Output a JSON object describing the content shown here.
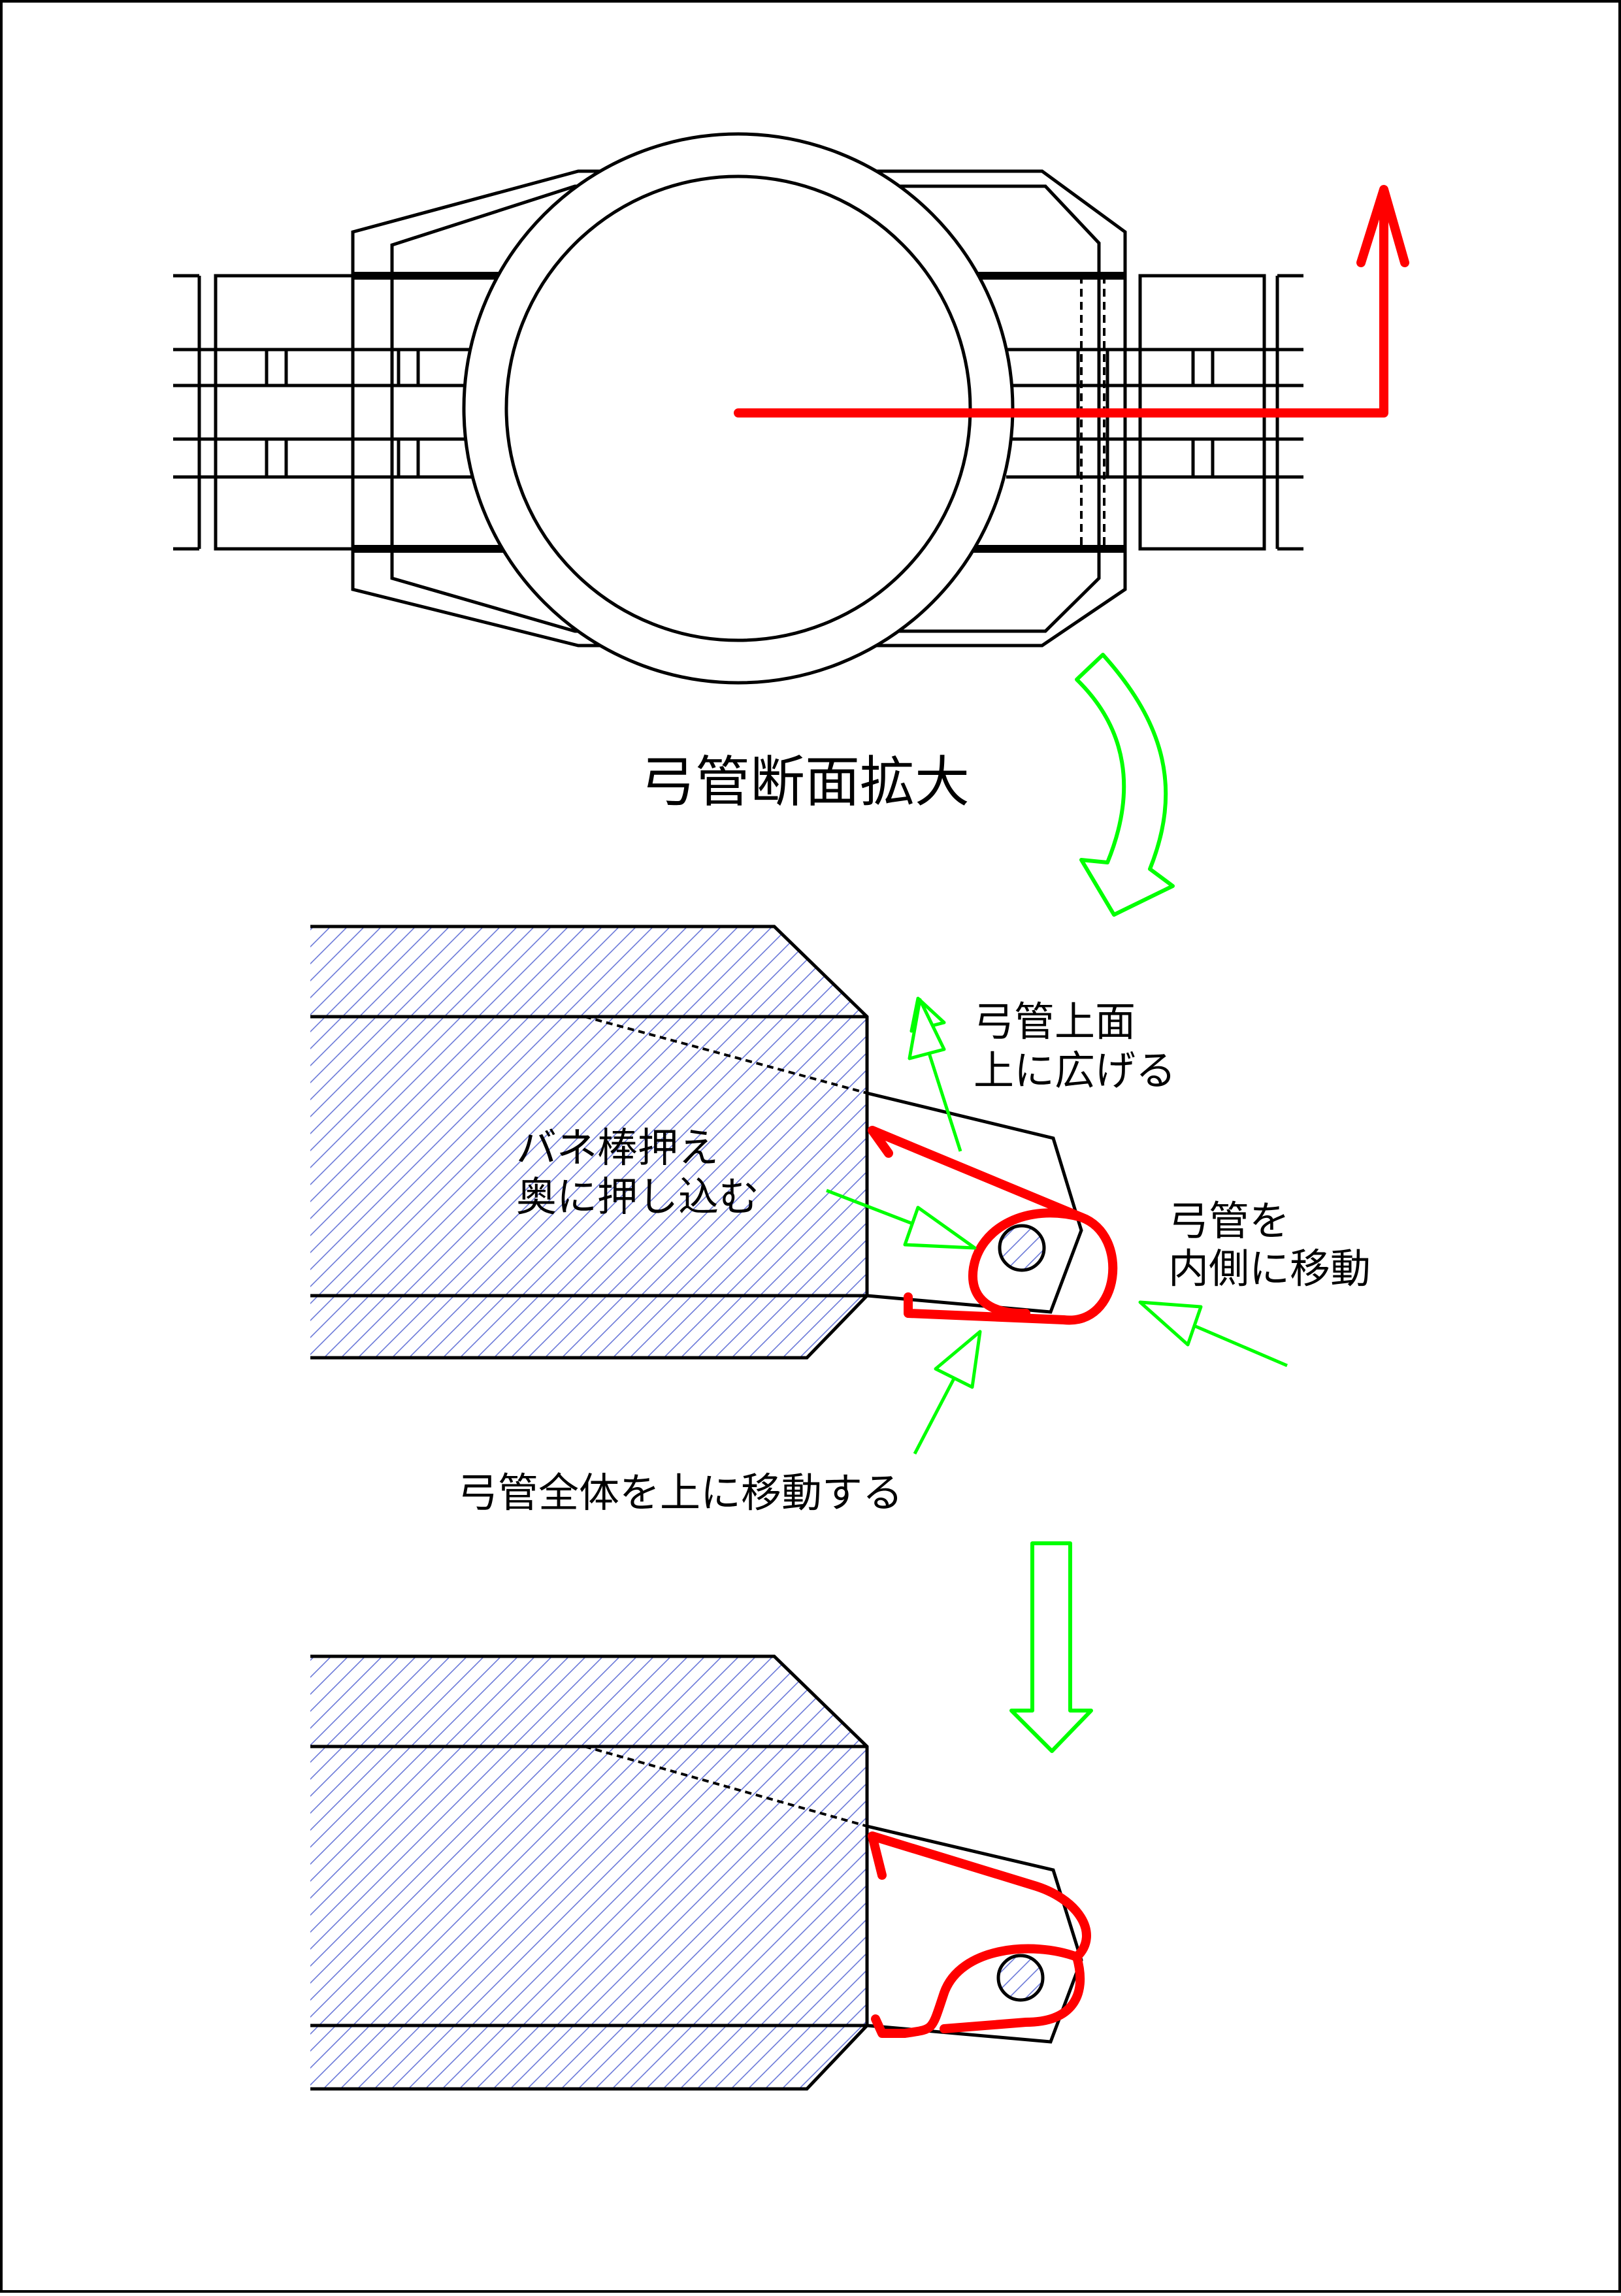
{
  "caption": "弓管断面拡大",
  "labels": {
    "top_surface": [
      "弓管上面",
      "上に広げる"
    ],
    "spring_bar": [
      "バネ棒押え",
      "奥に押し込む"
    ],
    "move_inward": [
      "弓管を",
      "内側に移動"
    ],
    "move_whole_up": "弓管全体を上に移動する"
  },
  "colors": {
    "line": "#000000",
    "red_path": "#ff0000",
    "green_arrow": "#00ff00",
    "hatch": "#6a78d8"
  }
}
